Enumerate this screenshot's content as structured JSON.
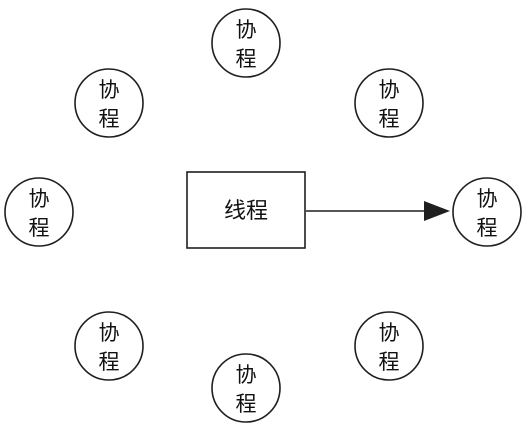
{
  "thread": {
    "label": "线程"
  },
  "coroutines": [
    {
      "id": "top",
      "line1": "协",
      "line2": "程"
    },
    {
      "id": "upper-left",
      "line1": "协",
      "line2": "程"
    },
    {
      "id": "upper-right",
      "line1": "协",
      "line2": "程"
    },
    {
      "id": "left",
      "line1": "协",
      "line2": "程"
    },
    {
      "id": "right",
      "line1": "协",
      "line2": "程"
    },
    {
      "id": "lower-left",
      "line1": "协",
      "line2": "程"
    },
    {
      "id": "lower-right",
      "line1": "协",
      "line2": "程"
    },
    {
      "id": "bottom",
      "line1": "协",
      "line2": "程"
    }
  ],
  "edges": [
    {
      "from": "thread",
      "to": "right"
    }
  ],
  "colors": {
    "stroke": "#1f1f1f",
    "text": "#111111",
    "background": "#ffffff"
  }
}
